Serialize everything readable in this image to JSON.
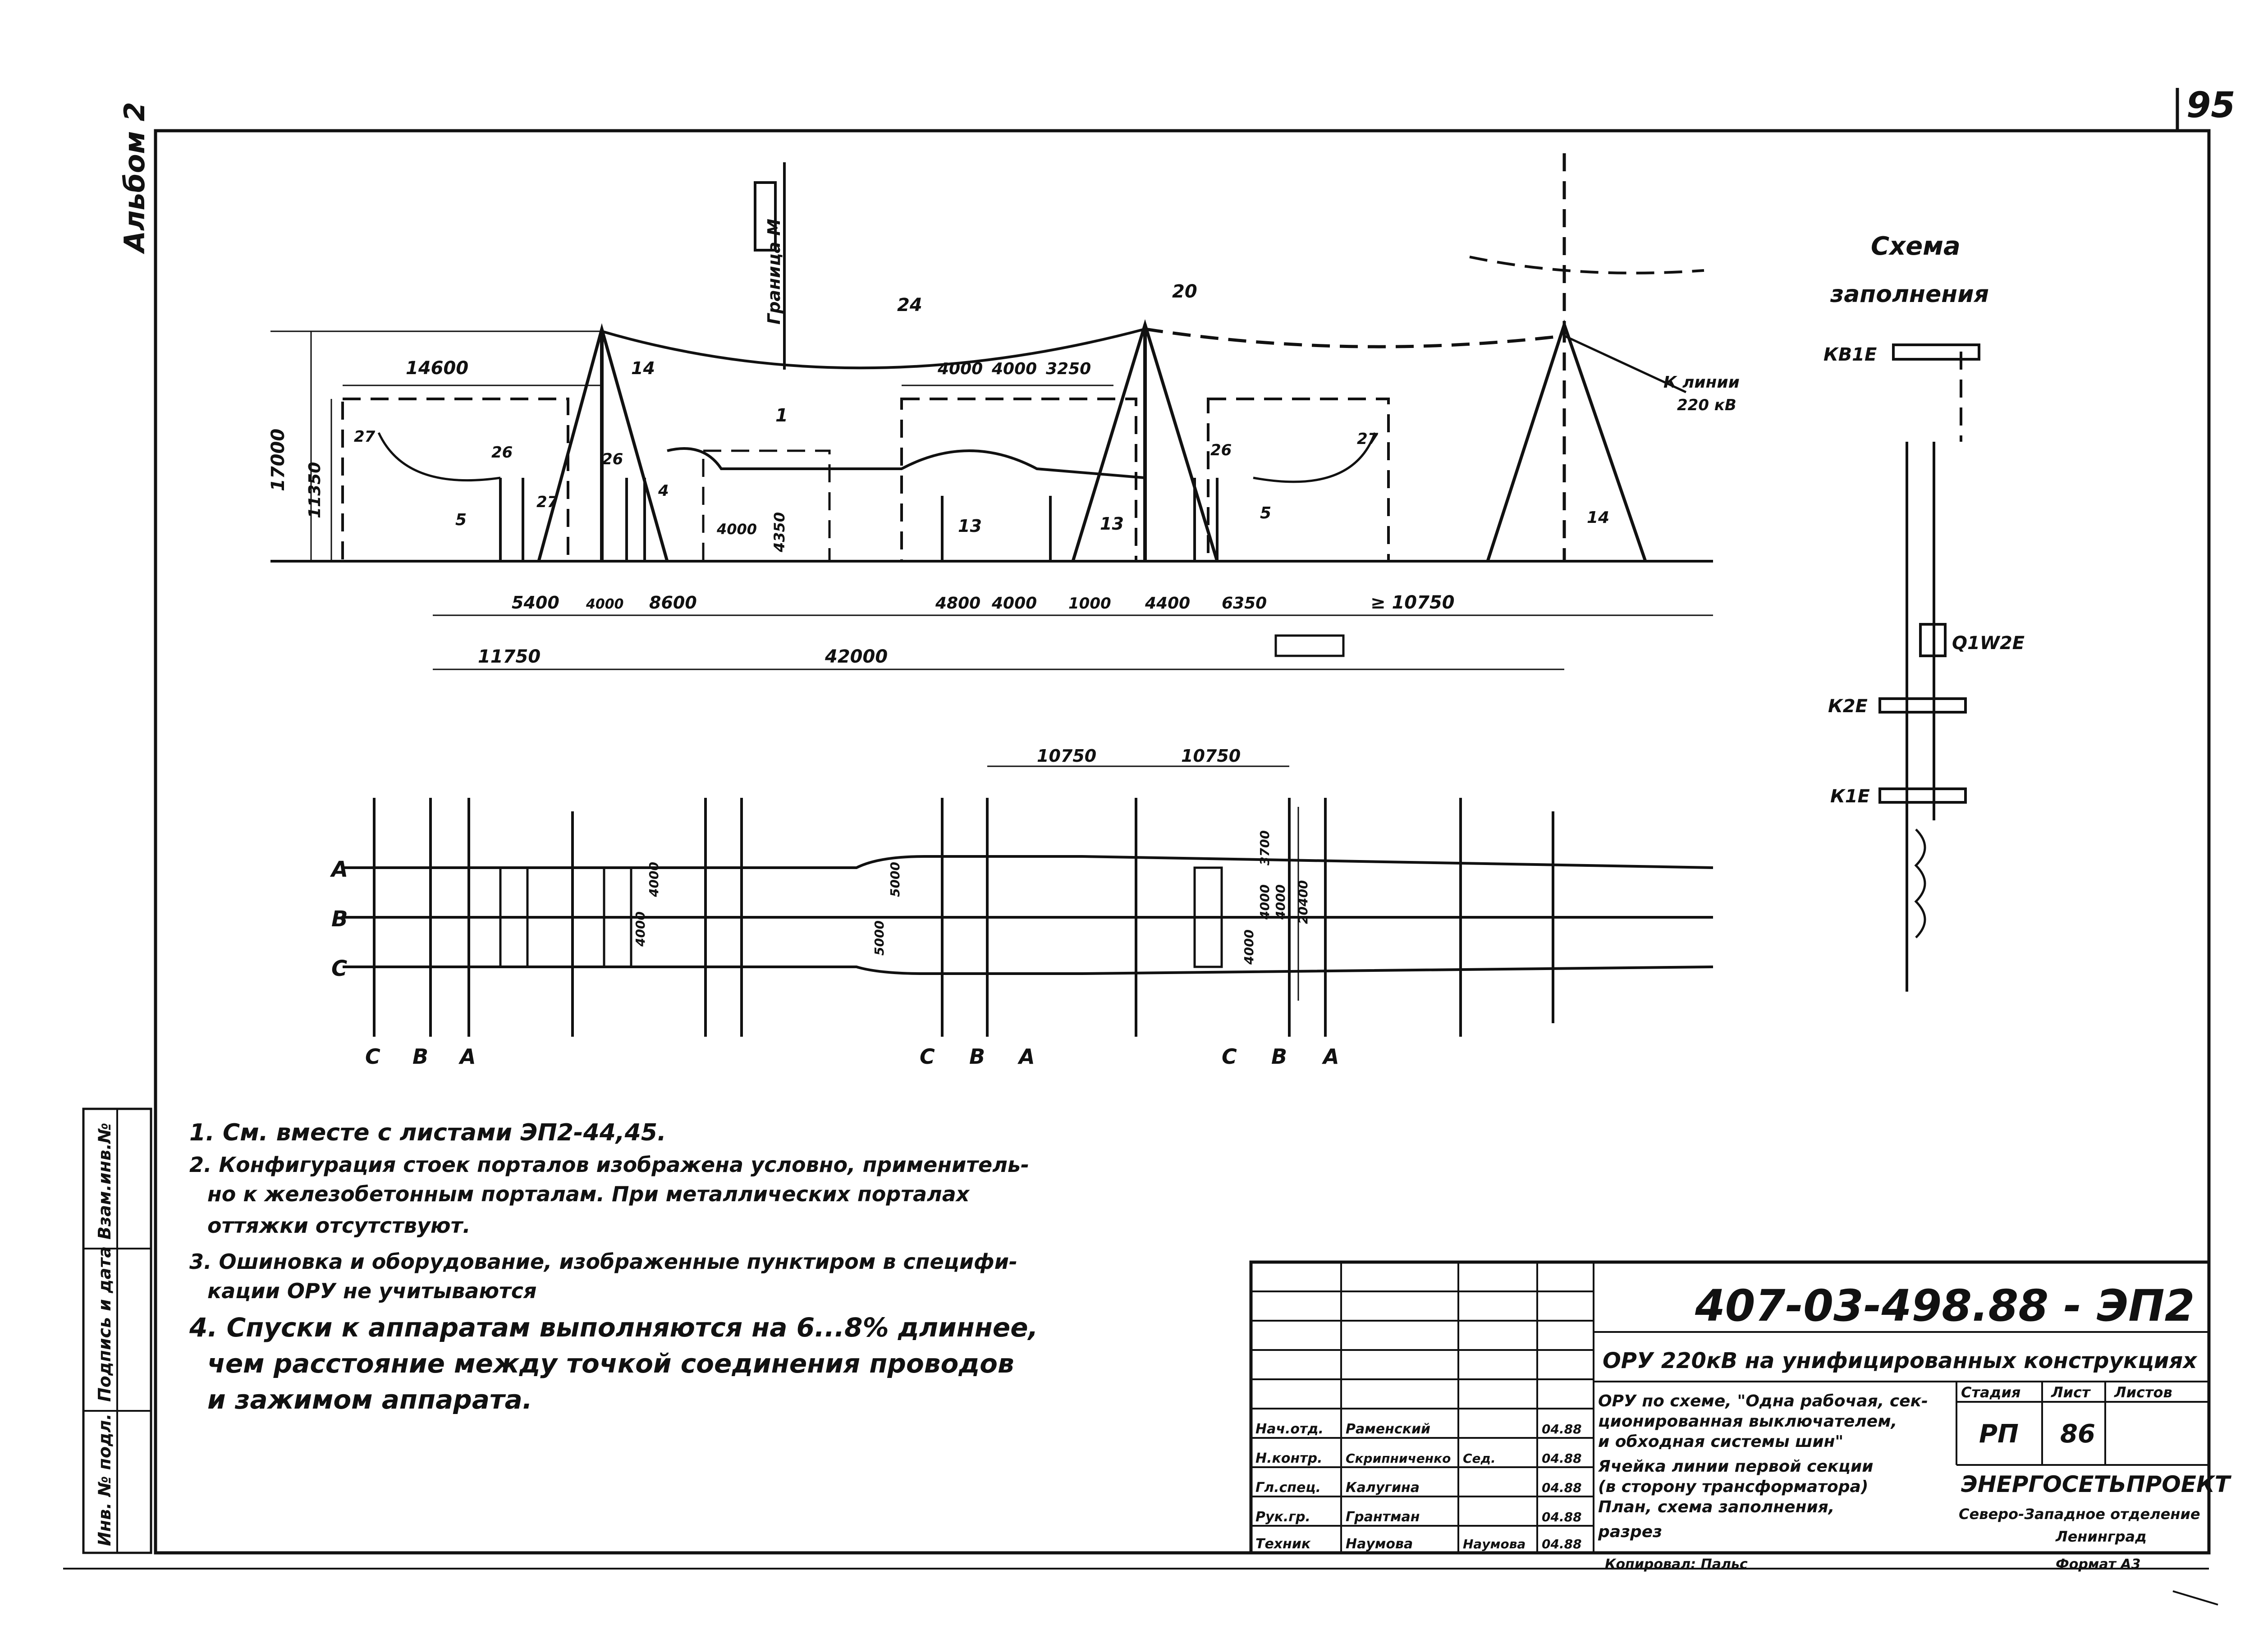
{
  "sheet": {
    "page_number": "95",
    "doc_code": "407-03-498.88 - ЭП2",
    "copied_note": "Копировал: Пальс",
    "format_note": "Формат А3",
    "left_margin_top": "Альбом 2",
    "left_margin_cells": [
      "Инв. № подл.",
      "Подпись и дата",
      "Взам.инв.№"
    ]
  },
  "notes": [
    "1. См. вместе с листами ЭП2-44,45.",
    "2. Конфигурация стоек порталов изображена условно, применитель-",
    "но к железобетонным порталам. При металлических порталах",
    "оттяжки отсутствуют.",
    "3. Ошиновка и оборудование, изображенные пунктиром в специфи-",
    "кации ОРУ не учитываются",
    "4. Спуски к аппаратам выполняются на 6...8% длиннее,",
    "чем расстояние между точкой соединения проводов",
    "и зажимом аппарата."
  ],
  "elevation": {
    "dims_top": [
      "14600",
      "4000",
      "4000",
      "3250"
    ],
    "dims_vertical": [
      "17000",
      "11350",
      "4000",
      "4350"
    ],
    "dims_bottom": [
      "5400",
      "4000",
      "8600",
      "4800",
      "4000",
      "1000",
      "4400",
      "6350",
      "≥ 10750"
    ],
    "dims_total": [
      "11750",
      "42000"
    ],
    "callouts": [
      "24",
      "20",
      "14",
      "1",
      "27",
      "26",
      "26",
      "27",
      "5",
      "4",
      "13",
      "13",
      "26",
      "5",
      "27",
      "14"
    ],
    "line_label": [
      "К линии",
      "220 кВ"
    ],
    "portal_label": "Граница М"
  },
  "plan": {
    "dims_top": [
      "10750",
      "10750"
    ],
    "dims_vertical": [
      "4000",
      "4000",
      "5000",
      "5000",
      "4000",
      "4000",
      "3700",
      "4000",
      "20400"
    ],
    "phase_labels_left": [
      "А",
      "В",
      "С"
    ],
    "phase_labels_bottom": [
      "С",
      "В",
      "А",
      "С",
      "В",
      "А",
      "С",
      "В",
      "А"
    ]
  },
  "scheme": {
    "title": [
      "Схема",
      "заполнения"
    ],
    "labels": [
      "КВ1Е",
      "Q1W2E",
      "К2Е",
      "К1Е"
    ]
  },
  "title_block": {
    "project": "ОРУ 220кВ на унифицированных конструкциях",
    "description": [
      "ОРУ по схеме, \"Одна рабочая, сек-",
      "ционированная выключателем,",
      "и обходная системы шин\"",
      "Ячейка линии первой секции",
      "(в сторону трансформатора)",
      "План, схема заполнения,",
      "разрез"
    ],
    "roles": [
      "Нач.отд.",
      "Н.контр.",
      "Гл.спец.",
      "Рук.гр.",
      "Техник"
    ],
    "names": [
      "Раменский",
      "Скрипниченко",
      "Калугина",
      "Грантман",
      "Наумова"
    ],
    "signatures": [
      "",
      "Сед.",
      "",
      "",
      "Наумова"
    ],
    "dates": [
      "04.88",
      "04.88",
      "04.88",
      "04.88",
      "04.88"
    ],
    "stage_header": [
      "Стадия",
      "Лист",
      "Листов"
    ],
    "stage": "РП",
    "sheet_no": "86",
    "sheets_total": "",
    "org": [
      "ЭНЕРГОСЕТЬПРОЕКТ",
      "Северо-Западное отделение",
      "Ленинград"
    ]
  }
}
